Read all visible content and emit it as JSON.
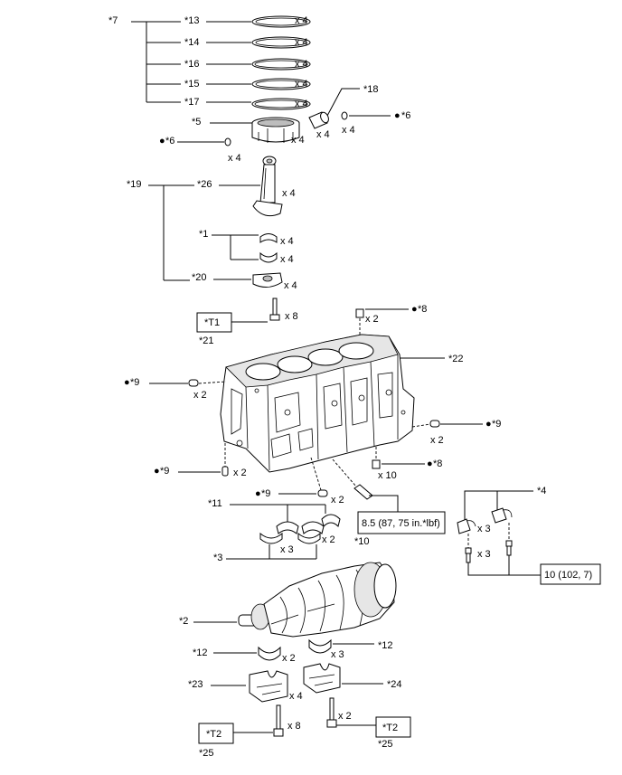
{
  "callouts": {
    "c7": "*7",
    "c13": "*13",
    "c14": "*14",
    "c16": "*16",
    "c15": "*15",
    "c17": "*17",
    "c18": "*18",
    "c5": "*5",
    "c6a": "*6",
    "c6b": "*6",
    "c19": "*19",
    "c26": "*26",
    "c1": "*1",
    "c20": "*20",
    "c21": "*21",
    "c8a": "*8",
    "c22": "*22",
    "c9a": "*9",
    "c9b": "*9",
    "c9c": "*9",
    "c9d": "*9",
    "c8b": "*8",
    "c11": "*11",
    "c10": "*10",
    "c4": "*4",
    "c3": "*3",
    "c2": "*2",
    "c12a": "*12",
    "c12b": "*12",
    "c23": "*23",
    "c24": "*24",
    "c25a": "*25",
    "c25b": "*25"
  },
  "quantities": {
    "q13": "x 4",
    "q14": "x 4",
    "q16": "x 4",
    "q15": "x 4",
    "q17": "x 4",
    "q18": "x 4",
    "q6r": "x 4",
    "q5": "x 4",
    "q6l": "x 4",
    "q26": "x 4",
    "q1a": "x 4",
    "q1b": "x 4",
    "q20": "x 4",
    "q21": "x 8",
    "q8a": "x 2",
    "q9a": "x 2",
    "q9b": "x 2",
    "q9c": "x 2",
    "q8b": "x 10",
    "q9d": "x 2",
    "q4a": "x 3",
    "q4b": "x 3",
    "q11a": "x 3",
    "q11b": "x 2",
    "q12a": "x 2",
    "q12b": "x 3",
    "q23": "x 4",
    "q25a": "x 8",
    "q25b": "x 2"
  },
  "bullet": "●",
  "boxes": {
    "t1": "*T1",
    "t2a": "*T2",
    "t2b": "*T2",
    "torque10": "8.5 (87, 75 in.*lbf)",
    "torque4": "10 (102, 7)"
  }
}
